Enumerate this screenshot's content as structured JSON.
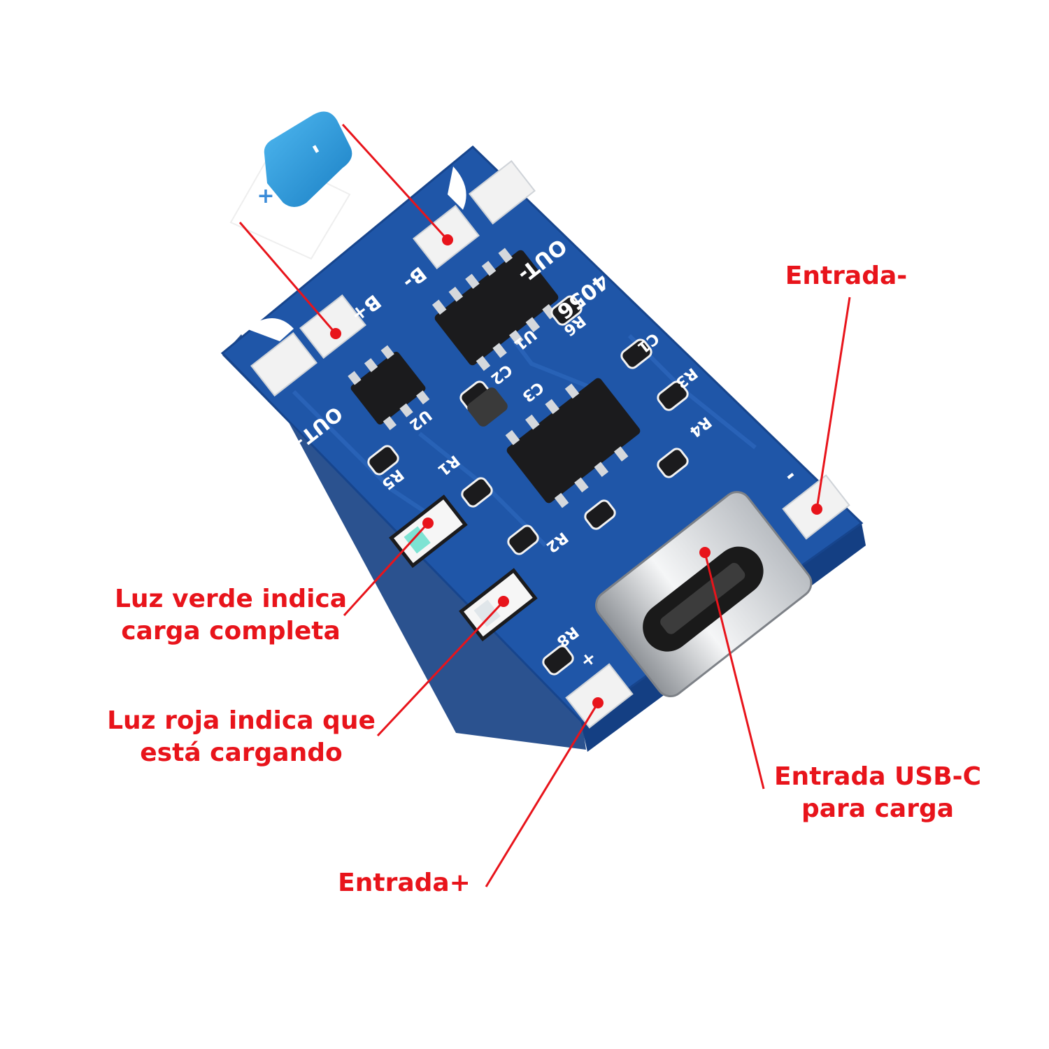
{
  "board": {
    "silkscreen": {
      "out_minus": "OUT-",
      "out_plus": "OUT+",
      "b_minus": "B-",
      "b_plus": "B+",
      "chip_code": "4056",
      "r1": "R1",
      "r2": "R2",
      "r3": "R3",
      "r4": "R4",
      "r5": "R5",
      "r6": "R6",
      "r8": "R8",
      "c1": "C1",
      "c2": "C2",
      "c3": "C3",
      "u1": "U1",
      "u2": "U2",
      "dash": "-",
      "plus": "+"
    },
    "battery_signs": {
      "minus": "-",
      "plus": "+"
    }
  },
  "callouts": {
    "entrada_minus": {
      "lines": [
        "Entrada-"
      ]
    },
    "luz_verde": {
      "lines": [
        "Luz verde indica",
        "carga completa"
      ]
    },
    "luz_roja": {
      "lines": [
        "Luz roja indica que",
        "está cargando"
      ]
    },
    "usb_c": {
      "lines": [
        "Entrada USB-C",
        "para carga"
      ]
    },
    "entrada_plus": {
      "lines": [
        "Entrada+"
      ]
    }
  },
  "colors": {
    "pcb": "#1f56a8",
    "pcb_dark": "#143f83",
    "label_red": "#e8141b",
    "pad": "#f2f2f2",
    "chip": "#1b1b1d"
  }
}
